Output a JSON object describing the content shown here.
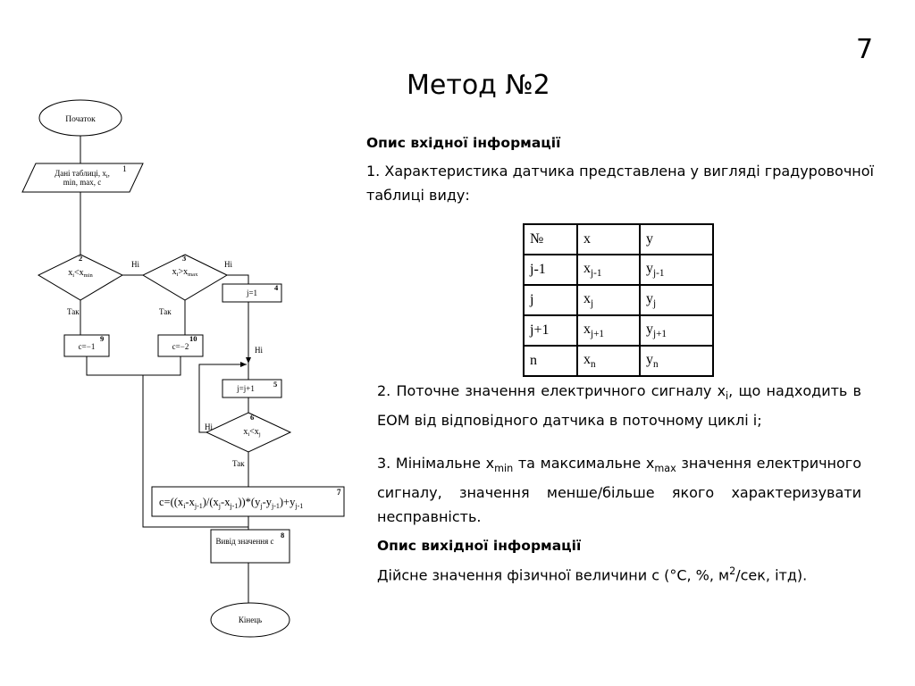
{
  "slide_number": "7",
  "title": "Метод №2",
  "input_heading": "Опис вхідної інформації",
  "input_item1": "1. Характеристика датчика представлена у вигляді градуровочної таблиці виду:",
  "table": {
    "header": [
      "№",
      "x",
      "y"
    ],
    "rows": [
      {
        "n": "j-1",
        "x": "x",
        "xs": "j-1",
        "y": "y",
        "ys": "j-1"
      },
      {
        "n": "j",
        "x": "x",
        "xs": "j",
        "y": "y",
        "ys": "j"
      },
      {
        "n": "j+1",
        "x": "x",
        "xs": "j+1",
        "y": "y",
        "ys": "j+1"
      },
      {
        "n": "n",
        "x": "x",
        "xs": "n",
        "y": "y",
        "ys": "n"
      }
    ]
  },
  "item2": {
    "a": "2. Поточне значення електричного сигналу x",
    "sub": "i",
    "b": ", що надходить в ЕОМ від відповідного датчика в поточному циклі і;"
  },
  "item3": {
    "a": "3. Мінімальне x",
    "sub1": "min",
    "b": " та максимальне x",
    "sub2": "max",
    "c": " значення електричного сигналу, значення менше/більше якого характеризувати несправність."
  },
  "output_heading": "Опис вихідної інформації",
  "output_text": {
    "a": "Дійсне значення фізичної величини c (°C, %, м",
    "sup": "2",
    "b": "/сек, ітд)."
  },
  "flowchart": {
    "start": "Початок",
    "input_line1": "Дані таблиці, x",
    "input_line1_sub": "i",
    "input_line1_end": ",",
    "input_line2": "min, max, c",
    "input_num": "1",
    "d2_num": "2",
    "d2_x": "x",
    "d2_xs": "i",
    "d2_op": "<x",
    "d2_ys": "min",
    "d3_num": "3",
    "d3_x": "x",
    "d3_xs": "i",
    "d3_op": ">x",
    "d3_ys": "max",
    "no": "Ні",
    "yes": "Так",
    "b4": "j=1",
    "b4_num": "4",
    "b9": "c=−1",
    "b9_num": "9",
    "b10": "c=−2",
    "b10_num": "10",
    "b5": "j=j+1",
    "b5_num": "5",
    "d6_num": "6",
    "d6_x": "x",
    "d6_xs": "i",
    "d6_op": "<x",
    "d6_ys": "j",
    "formula_num": "7",
    "output_box": "Вивід значення с",
    "output_num": "8",
    "end": "Кінець"
  }
}
